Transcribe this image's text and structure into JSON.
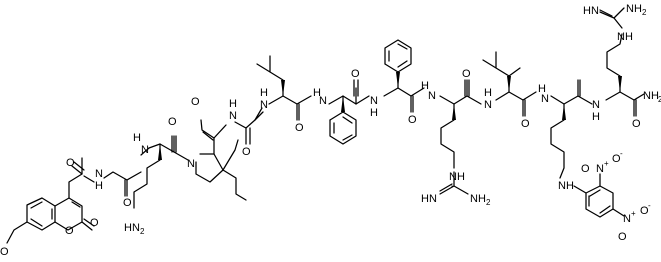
{
  "atoms": {
    "o_methoxy": "O",
    "o_ring_pyran": "O",
    "o_lactone": "O",
    "o_acetyl": "O",
    "nh_gly": "H",
    "nh_gly_n": "N",
    "o_gly": "O",
    "nh_lys_h": "H",
    "nh_lys_n": "N",
    "o_lys": "O",
    "lys_nh2_h": "H",
    "lys_nh2_n": "N",
    "lys_nh2_sub": "2",
    "n_pro": "N",
    "o_pro": "O",
    "nh_ile_h": "H",
    "nh_ile_n": "N",
    "o_ile": "O",
    "nh_leu_h": "H",
    "nh_leu_n": "N",
    "o_leu": "O",
    "nh_phe1_h": "H",
    "nh_phe1_n": "N",
    "o_phe1": "O",
    "nh_phe2_h": "H",
    "nh_phe2_n": "N",
    "o_phe2": "O",
    "nh_arg1_h": "H",
    "nh_arg1_n": "N",
    "arg1_hn_h": "H",
    "arg1_hn_n": "N",
    "arg1_nh_h": "H",
    "arg1_nh_n": "N",
    "arg1_nh2_h": "H",
    "arg1_nh2_n": "N",
    "arg1_nh2_sub": "2",
    "o_arg1": "O",
    "nh_leu2_h": "H",
    "nh_leu2_n": "N",
    "o_leu2": "O",
    "nh_lysdnp_h": "H",
    "nh_lysdnp_n": "N",
    "dnp_nh_h": "H",
    "dnp_nh_n": "N",
    "no2a_n": "N",
    "no2a_plus": "+",
    "no2a_o1": "O",
    "no2a_o2": "O",
    "no2a_minus": "-",
    "no2b_n": "N",
    "no2b_plus": "+",
    "no2b_o1": "O",
    "no2b_o2": "O",
    "no2b_minus": "-",
    "nh_arg2_h": "H",
    "nh_arg2_n": "N",
    "o_arg2": "O",
    "amide_nh2_n": "N",
    "amide_nh2_h": "H",
    "amide_nh2_sub": "2",
    "arg2_hn_h": "H",
    "arg2_hn_n": "N",
    "arg2_nh_h": "H",
    "arg2_nh_n": "N",
    "arg2_nh2_h": "H",
    "arg2_nh2_n": "N",
    "arg2_nh2_sub": "2"
  }
}
